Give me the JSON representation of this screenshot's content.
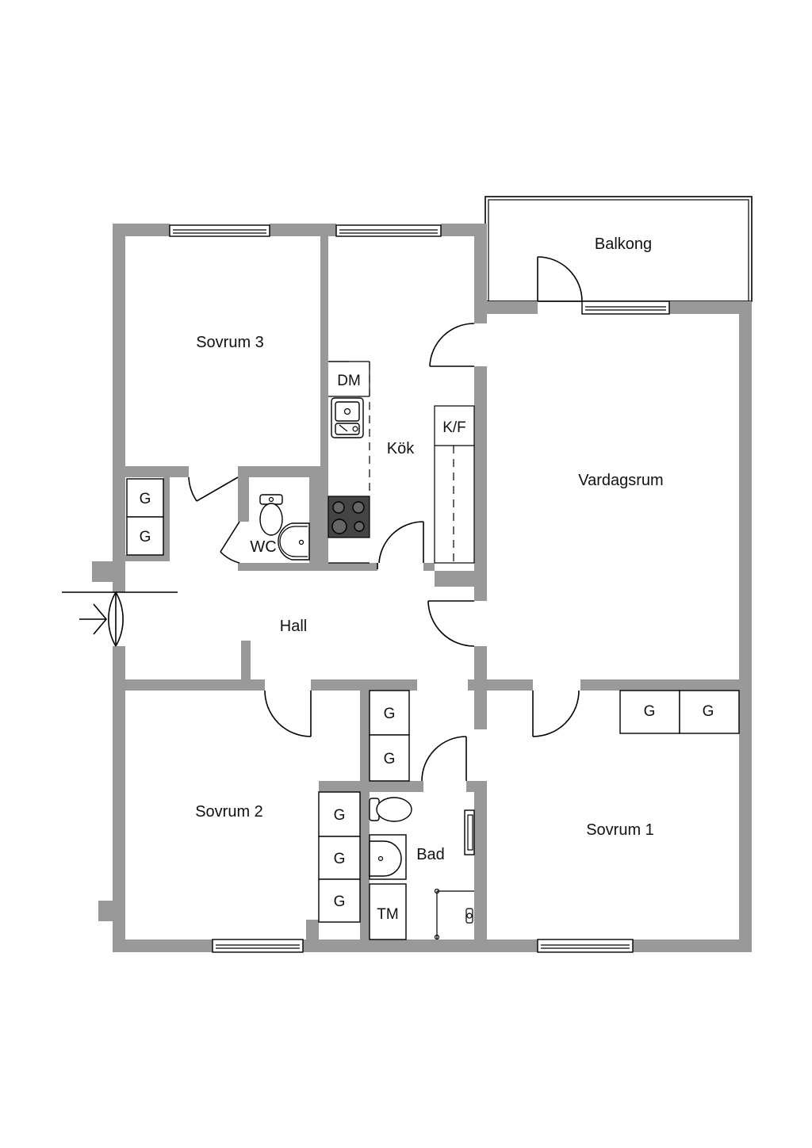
{
  "rooms": {
    "balkong": "Balkong",
    "sovrum3": "Sovrum 3",
    "kok": "Kök",
    "vardagsrum": "Vardagsrum",
    "wc": "WC",
    "hall": "Hall",
    "sovrum2": "Sovrum 2",
    "bad": "Bad",
    "sovrum1": "Sovrum 1"
  },
  "fixtures": {
    "dm": "DM",
    "kf": "K/F",
    "tm": "TM",
    "wardrobe": "G"
  },
  "colors": {
    "wall": "#999999",
    "line": "#000000",
    "background": "#ffffff",
    "stove": "#444444"
  }
}
